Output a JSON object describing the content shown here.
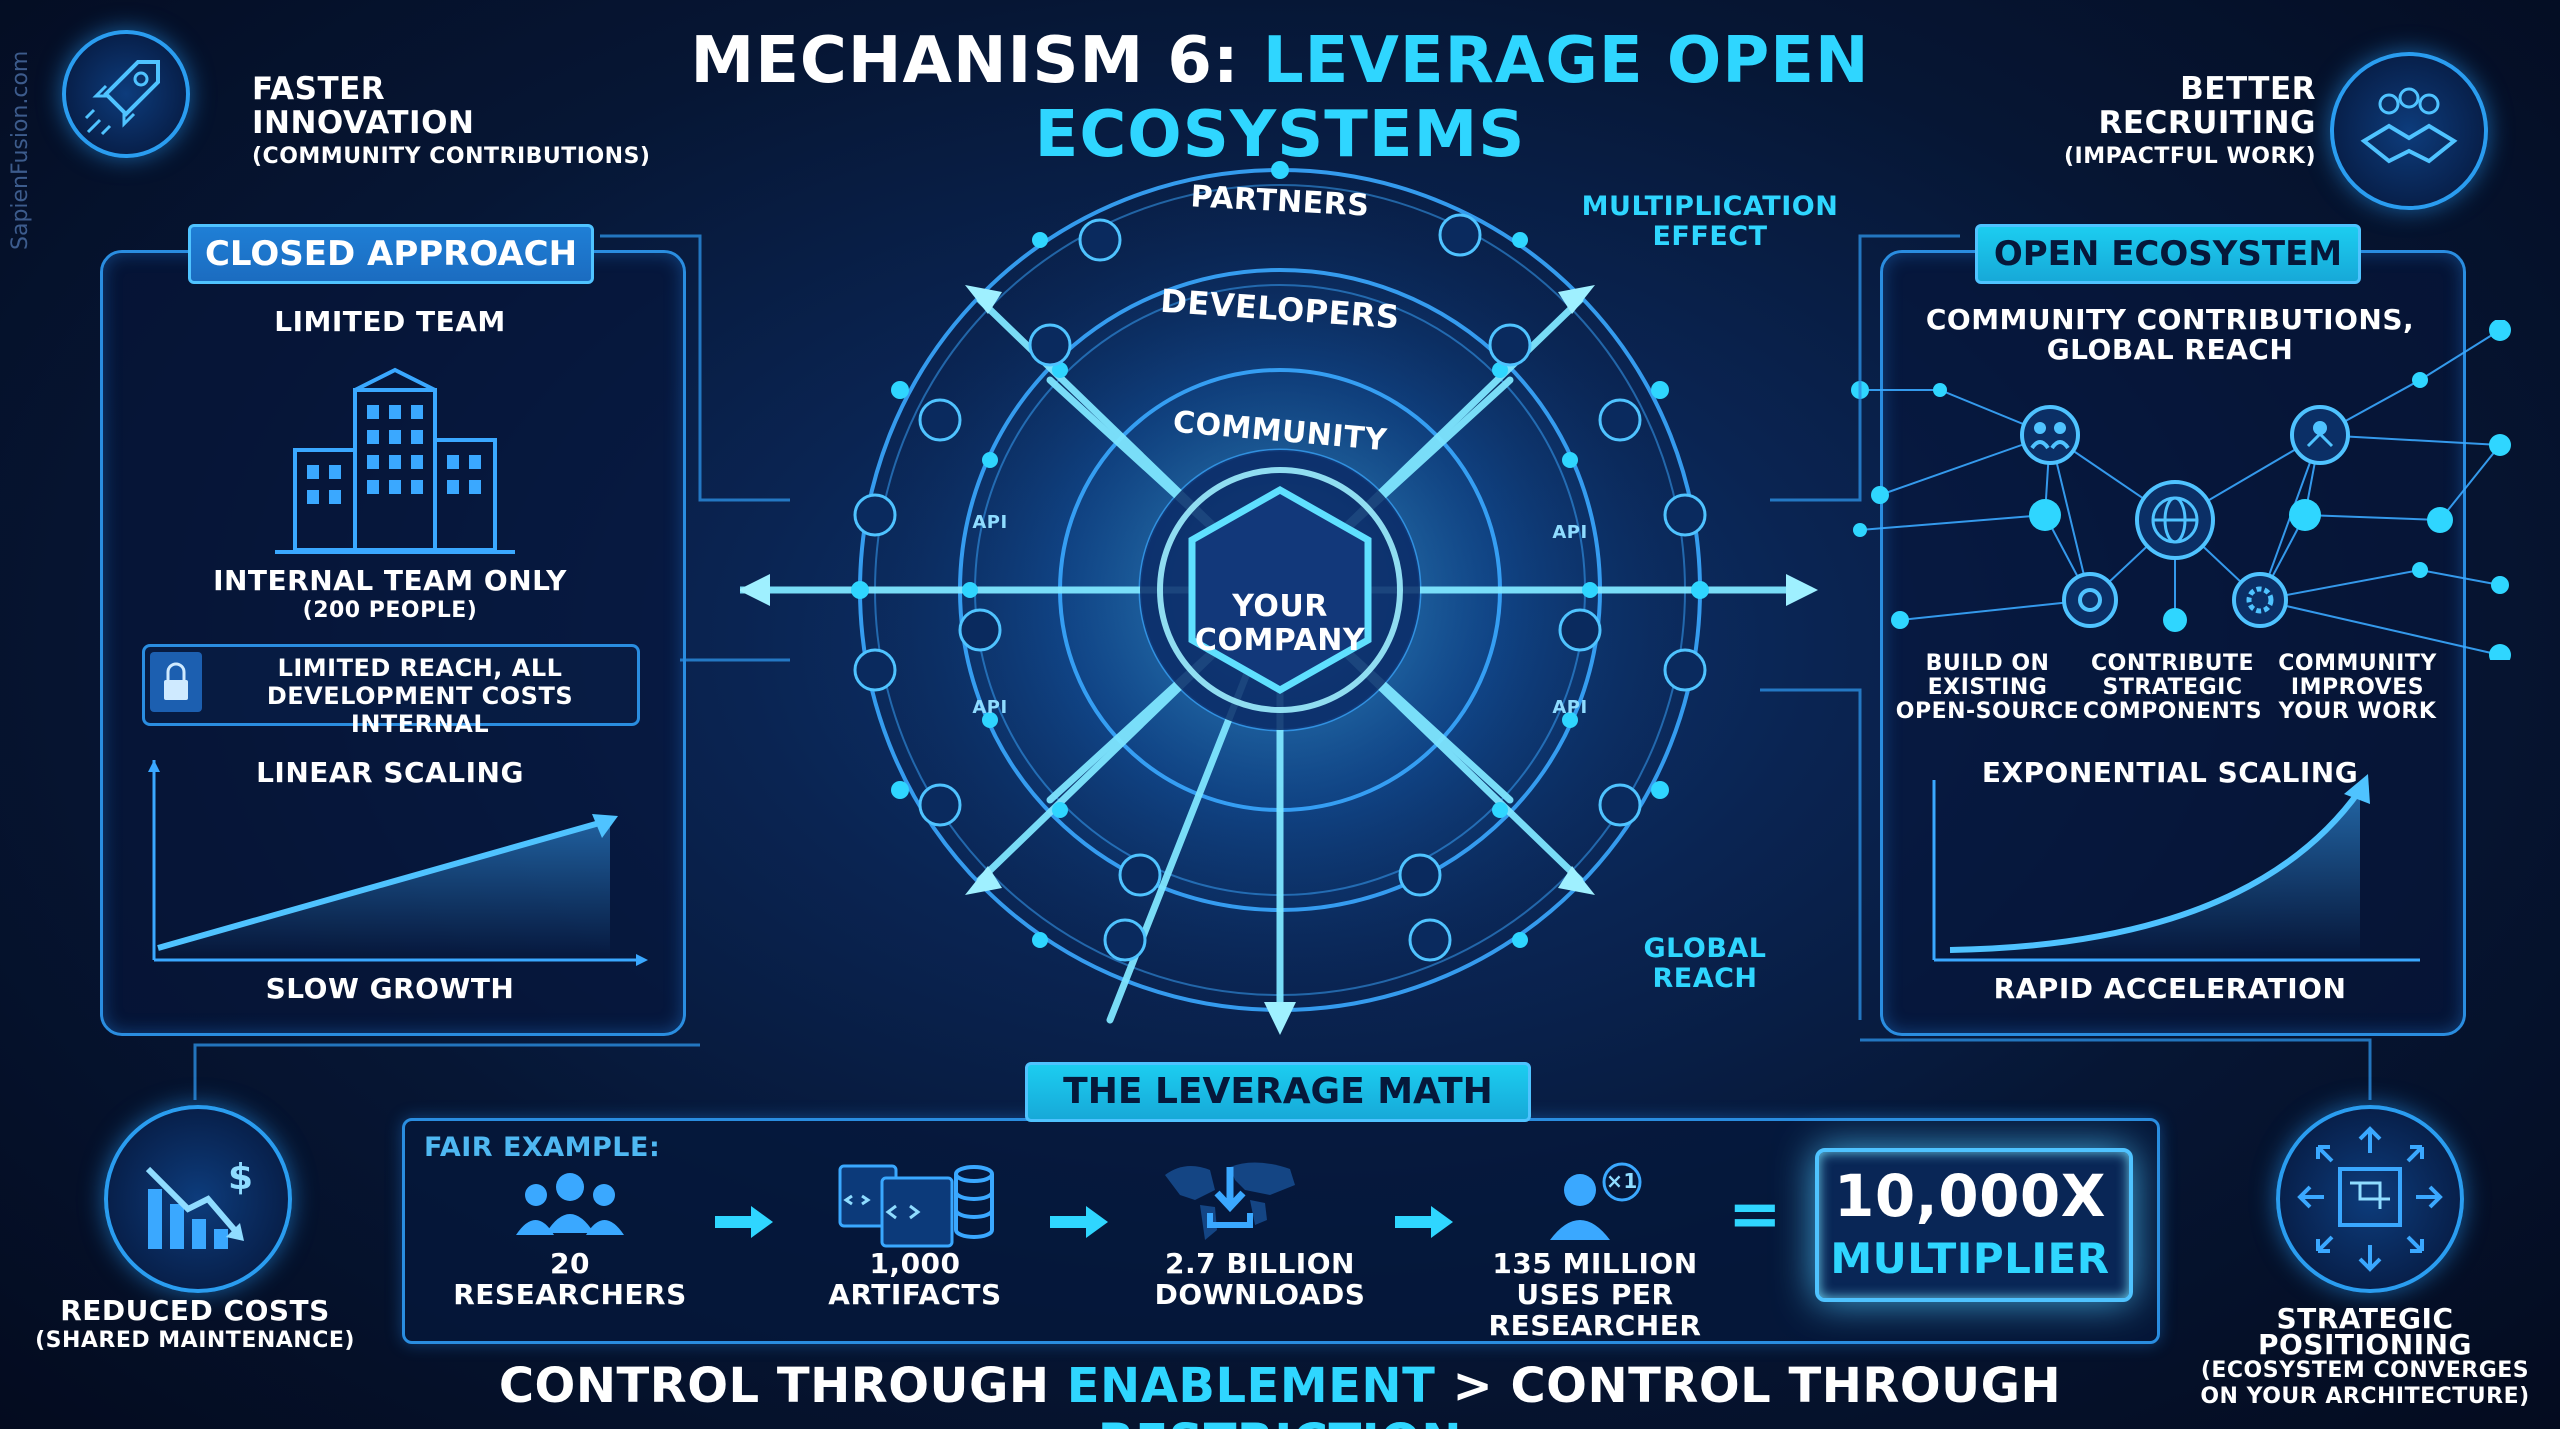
{
  "watermark": "SapienFusion.com",
  "title": {
    "prefix": "MECHANISM 6: ",
    "highlight": "LEVERAGE OPEN ECOSYSTEMS"
  },
  "corners": {
    "top_left": {
      "line1": "FASTER",
      "line2": "INNOVATION",
      "sub": "(COMMUNITY CONTRIBUTIONS)",
      "icon": "rocket-icon"
    },
    "top_right": {
      "line1": "BETTER",
      "line2": "RECRUITING",
      "sub": "(IMPACTFUL WORK)",
      "icon": "handshake-icon"
    },
    "bottom_left": {
      "line1": "REDUCED COSTS",
      "sub": "(SHARED MAINTENANCE)",
      "icon": "falling-cost-chart-icon"
    },
    "bottom_right": {
      "line1": "STRATEGIC POSITIONING",
      "sub1": "(ECOSYSTEM CONVERGES",
      "sub2": "ON YOUR ARCHITECTURE)",
      "icon": "blueprint-arrows-icon"
    }
  },
  "closed": {
    "tag": "CLOSED APPROACH",
    "limited_team": "LIMITED TEAM",
    "internal_team": "INTERNAL TEAM ONLY",
    "people": "(200 PEOPLE)",
    "reach_line1": "LIMITED REACH, ALL",
    "reach_line2": "DEVELOPMENT COSTS INTERNAL",
    "scaling": "LINEAR SCALING",
    "growth": "SLOW GROWTH"
  },
  "open": {
    "tag": "OPEN ECOSYSTEM",
    "heading1": "COMMUNITY CONTRIBUTIONS,",
    "heading2": "GLOBAL REACH",
    "items": [
      {
        "l1": "BUILD ON",
        "l2": "EXISTING",
        "l3": "OPEN-SOURCE"
      },
      {
        "l1": "CONTRIBUTE",
        "l2": "STRATEGIC",
        "l3": "COMPONENTS"
      },
      {
        "l1": "COMMUNITY",
        "l2": "IMPROVES",
        "l3": "YOUR WORK"
      }
    ],
    "scaling": "EXPONENTIAL SCALING",
    "growth": "RAPID ACCELERATION"
  },
  "center": {
    "company1": "YOUR",
    "company2": "COMPANY",
    "ring_outer": "PARTNERS",
    "ring_middle": "DEVELOPERS",
    "ring_inner": "COMMUNITY",
    "api": "API",
    "multiplication1": "MULTIPLICATION",
    "multiplication2": "EFFECT",
    "global1": "GLOBAL",
    "global2": "REACH"
  },
  "math": {
    "tag": "THE LEVERAGE MATH",
    "example": "FAIR EXAMPLE:",
    "steps": [
      {
        "l1": "20",
        "l2": "RESEARCHERS",
        "icon": "people-icon"
      },
      {
        "l1": "1,000",
        "l2": "ARTIFACTS",
        "icon": "code-artifacts-icon"
      },
      {
        "l1": "2.7 BILLION",
        "l2": "DOWNLOADS",
        "icon": "download-world-icon"
      },
      {
        "l1": "135 MILLION",
        "l2": "USES PER RESEARCHER",
        "icon": "user-x1-icon"
      }
    ],
    "x1": "×1",
    "equals": "=",
    "result1": "10,000X",
    "result2": "MULTIPLIER"
  },
  "footer": {
    "p1": "CONTROL THROUGH ",
    "p2": "ENABLEMENT",
    "p3": " > CONTROL THROUGH ",
    "p4": "RESTRICTION"
  },
  "colors": {
    "accent": "#2fd6ff",
    "panel_border": "#2a8de0",
    "background": "#061634"
  }
}
